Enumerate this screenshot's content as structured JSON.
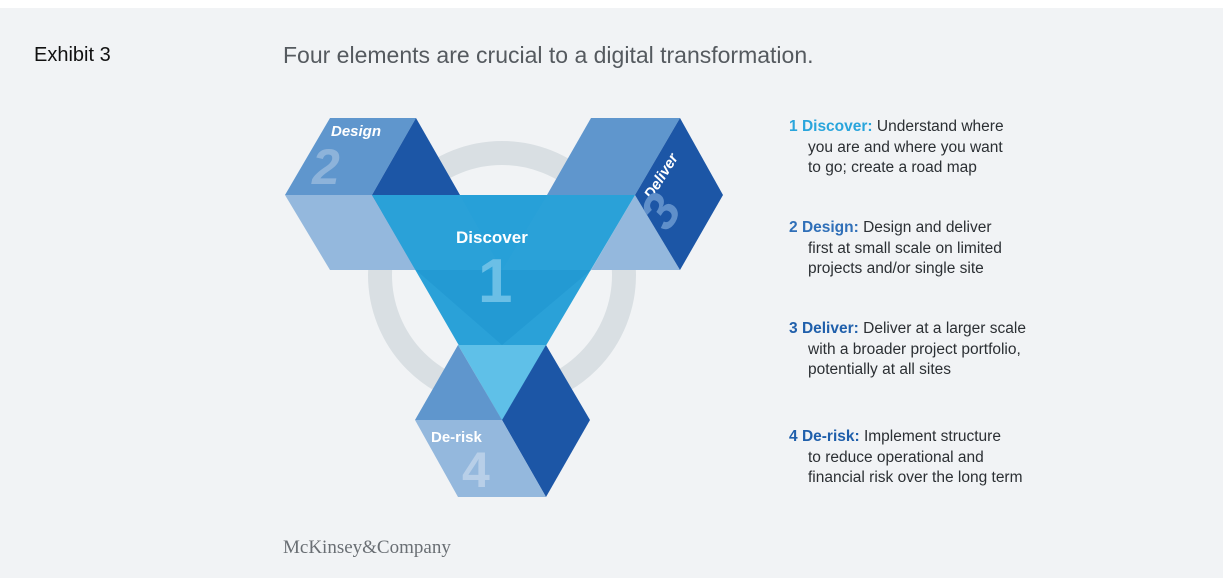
{
  "exhibit_label": "Exhibit 3",
  "headline": "Four elements are crucial to a digital transformation.",
  "diagram": {
    "cubes": [
      {
        "number": "1",
        "label": "Discover"
      },
      {
        "number": "2",
        "label": "Design"
      },
      {
        "number": "3",
        "label": "Deliver"
      },
      {
        "number": "4",
        "label": "De-risk"
      }
    ],
    "colors": {
      "ring": "#d9dfe3",
      "light_blue": "#5fc0e8",
      "mid_blue": "#2aa1d8",
      "steel_blue": "#5f96cd",
      "pale_blue": "#94b8dd",
      "dark_blue": "#1c56a6"
    }
  },
  "legend": [
    {
      "number": "1",
      "term": "Discover:",
      "lines": [
        "Understand where",
        "you are and where you want",
        "to go; create a road map"
      ]
    },
    {
      "number": "2",
      "term": "Design:",
      "lines": [
        "Design and deliver",
        "first at small scale on limited",
        "projects and/or single site"
      ]
    },
    {
      "number": "3",
      "term": "Deliver:",
      "lines": [
        "Deliver at a larger scale",
        "with a broader project portfolio,",
        "potentially at all sites"
      ]
    },
    {
      "number": "4",
      "term": "De-risk:",
      "lines": [
        "Implement structure",
        "to reduce operational and",
        "financial risk over the long term"
      ]
    }
  ],
  "logo": "McKinsey&Company"
}
